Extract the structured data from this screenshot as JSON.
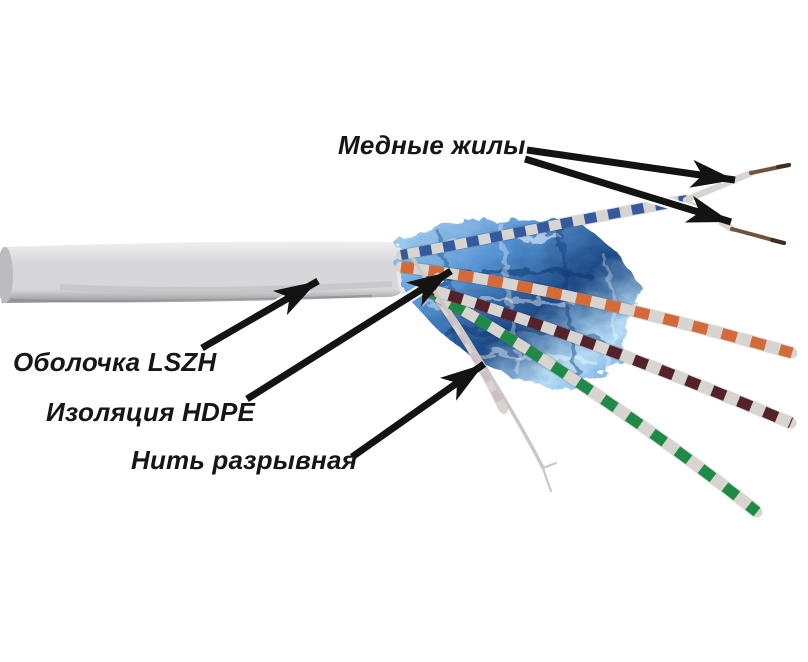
{
  "diagram": {
    "type": "cable-structure-callout-diagram",
    "subject": "FTP LAN cable cutaway",
    "labels": {
      "copper_wires": "Медные жилы",
      "sheath": "Оболочка LSZH",
      "insulation": "Изоляция HDPE",
      "ripcord": "Нить разрывная"
    },
    "parts": {
      "jacket": "LSZH outer sheath",
      "foil": "foil shield",
      "pairs": [
        "blue-white",
        "orange-white",
        "brown-white",
        "green-white"
      ],
      "conductor_tips": "bare copper",
      "ripcord": "tear thread"
    },
    "colors": {
      "background": "#ffffff",
      "text": "#161616",
      "arrow": "#131313",
      "jacket_highlight": "#f0f0f2",
      "jacket": "#d7d7d9",
      "jacket_shadow": "#96969a",
      "jacket_cap": "#bcbcbf",
      "jacket_opening": "#e9e9eb",
      "foil_light": "#b6dcf6",
      "foil_base": "#5693d2",
      "foil_dark": "#1d4a86",
      "pair_blue": "#34599f",
      "pair_orange": "#d4693a",
      "pair_brown": "#54222c",
      "pair_green": "#1f8a47",
      "pair_pale": "#cdb9c4",
      "wire_white": "#d8d5d1",
      "copper": "#70543a",
      "copper_dark": "#3e2d22",
      "thread": "#cac7c5"
    }
  }
}
